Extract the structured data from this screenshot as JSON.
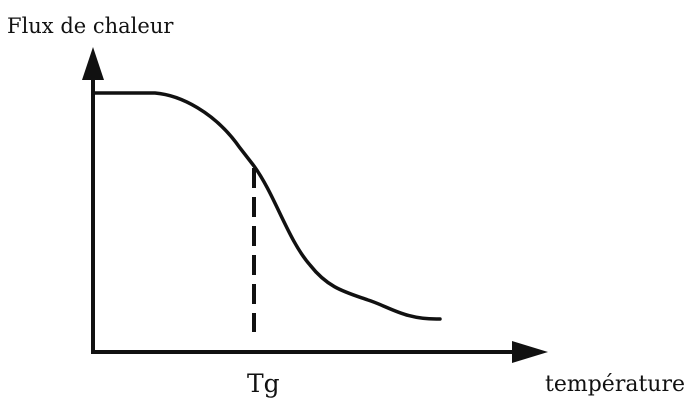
{
  "diagram": {
    "y_axis_label": "Flux de chaleur",
    "x_axis_label": "température",
    "marker_label": "Tg",
    "colors": {
      "ink": "#111111",
      "background": "#ffffff"
    }
  }
}
